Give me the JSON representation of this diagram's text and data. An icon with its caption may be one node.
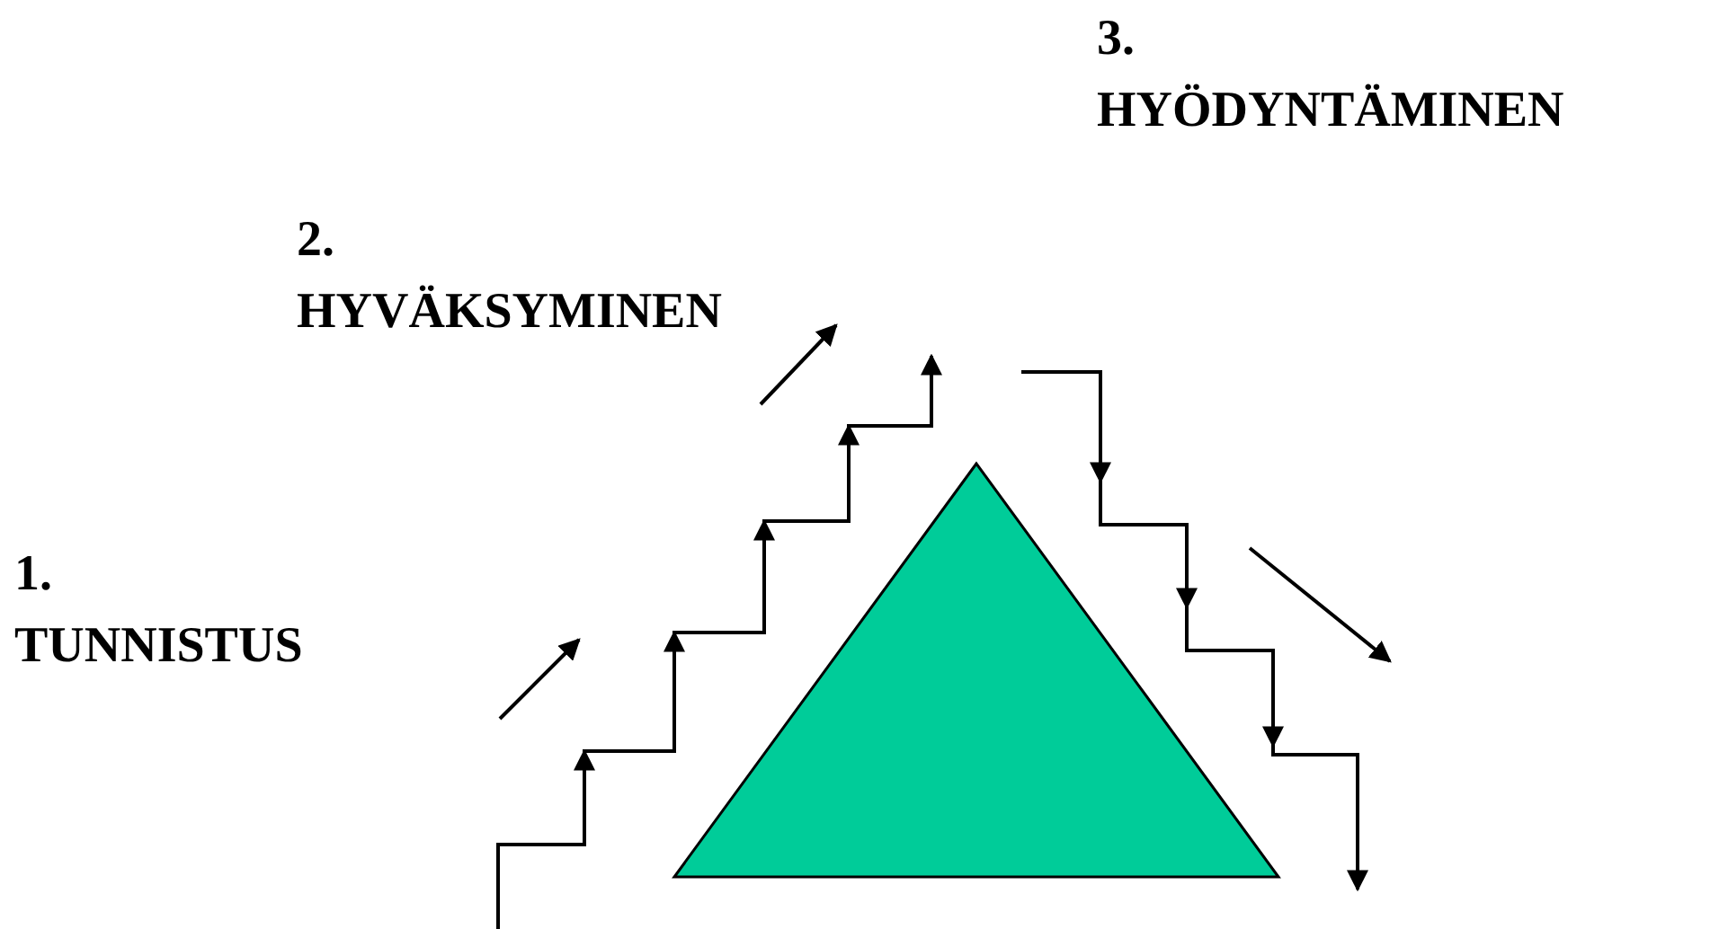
{
  "diagram": {
    "nodes": [
      {
        "text": [],
        "shape": "triangle"
      }
    ],
    "labels": [
      "3. HYÖDYNTÄMINEN",
      "2. HYVÄKSYMINEN",
      "1. TUNNISTUS"
    ]
  }
}
